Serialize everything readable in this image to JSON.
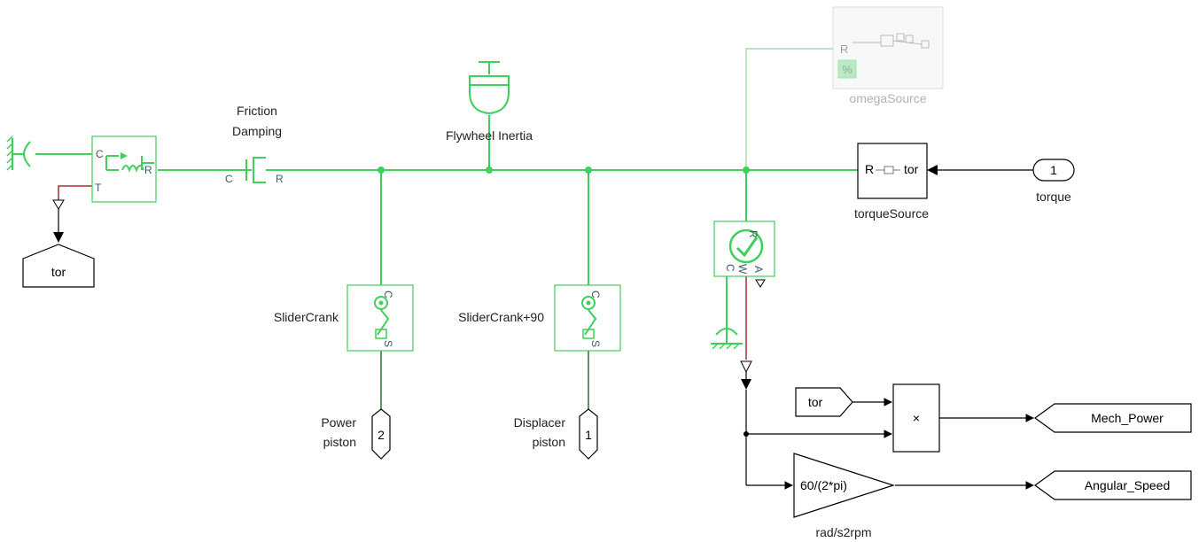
{
  "diagram": {
    "blocks": {
      "friction_damping": [
        "Friction",
        "Damping"
      ],
      "flywheel": "Flywheel Inertia",
      "omega_source": "omegaSource",
      "torque_source": "torqueSource",
      "torque_inport": {
        "number": "1",
        "name": "torque"
      },
      "slider_crank": "SliderCrank",
      "slider_crank_90": "SliderCrank+90",
      "power_piston": {
        "number": "2",
        "name": [
          "Power",
          "piston"
        ]
      },
      "displacer_piston": {
        "number": "1",
        "name": [
          "Displacer",
          "piston"
        ]
      },
      "goto_tor": "tor",
      "from_tor": "tor",
      "product": "×",
      "mech_power": "Mech_Power",
      "angular_speed": "Angular_Speed",
      "gain": {
        "value": "60/(2*pi)",
        "name": "rad/s2rpm"
      }
    },
    "ports": {
      "c": "C",
      "r": "R",
      "t": "T",
      "w": "W",
      "a": "A",
      "s": "S",
      "tor": "tor"
    }
  },
  "colors": {
    "physical_line": "#3ecf5c",
    "signal_line": "#000000",
    "faded": "#9fe0ad"
  }
}
